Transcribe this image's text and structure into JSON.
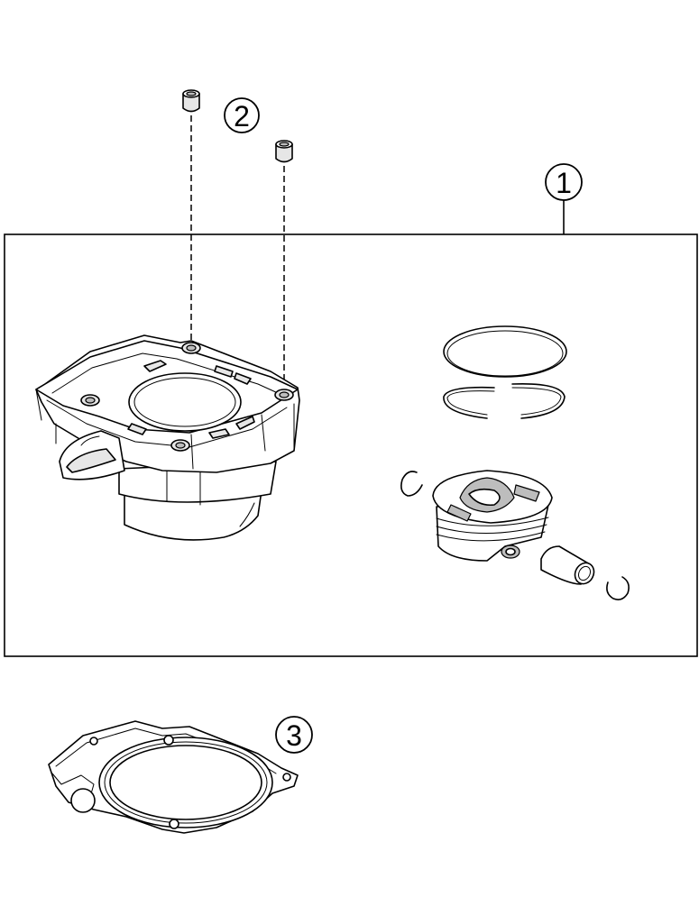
{
  "callouts": {
    "kit": "1",
    "dowel_pins": "2",
    "base_gasket": "3"
  }
}
